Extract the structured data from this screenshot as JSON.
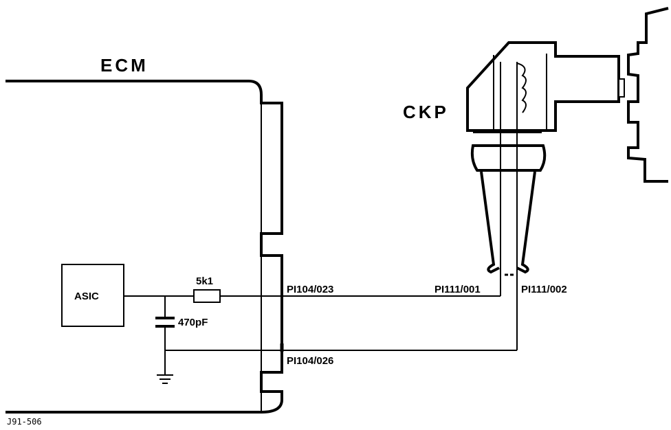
{
  "ecm": {
    "label": "ECM"
  },
  "ckp": {
    "label": "CKP"
  },
  "asic": {
    "label": "ASIC"
  },
  "resistor": {
    "value": "5k1"
  },
  "capacitor": {
    "value": "470pF"
  },
  "pins": {
    "ecm_signal": "PI104/023",
    "ecm_return": "PI104/026",
    "sensor_pin1": "PI111/001",
    "sensor_pin2": "PI111/002"
  },
  "figure_id": "J91-506"
}
